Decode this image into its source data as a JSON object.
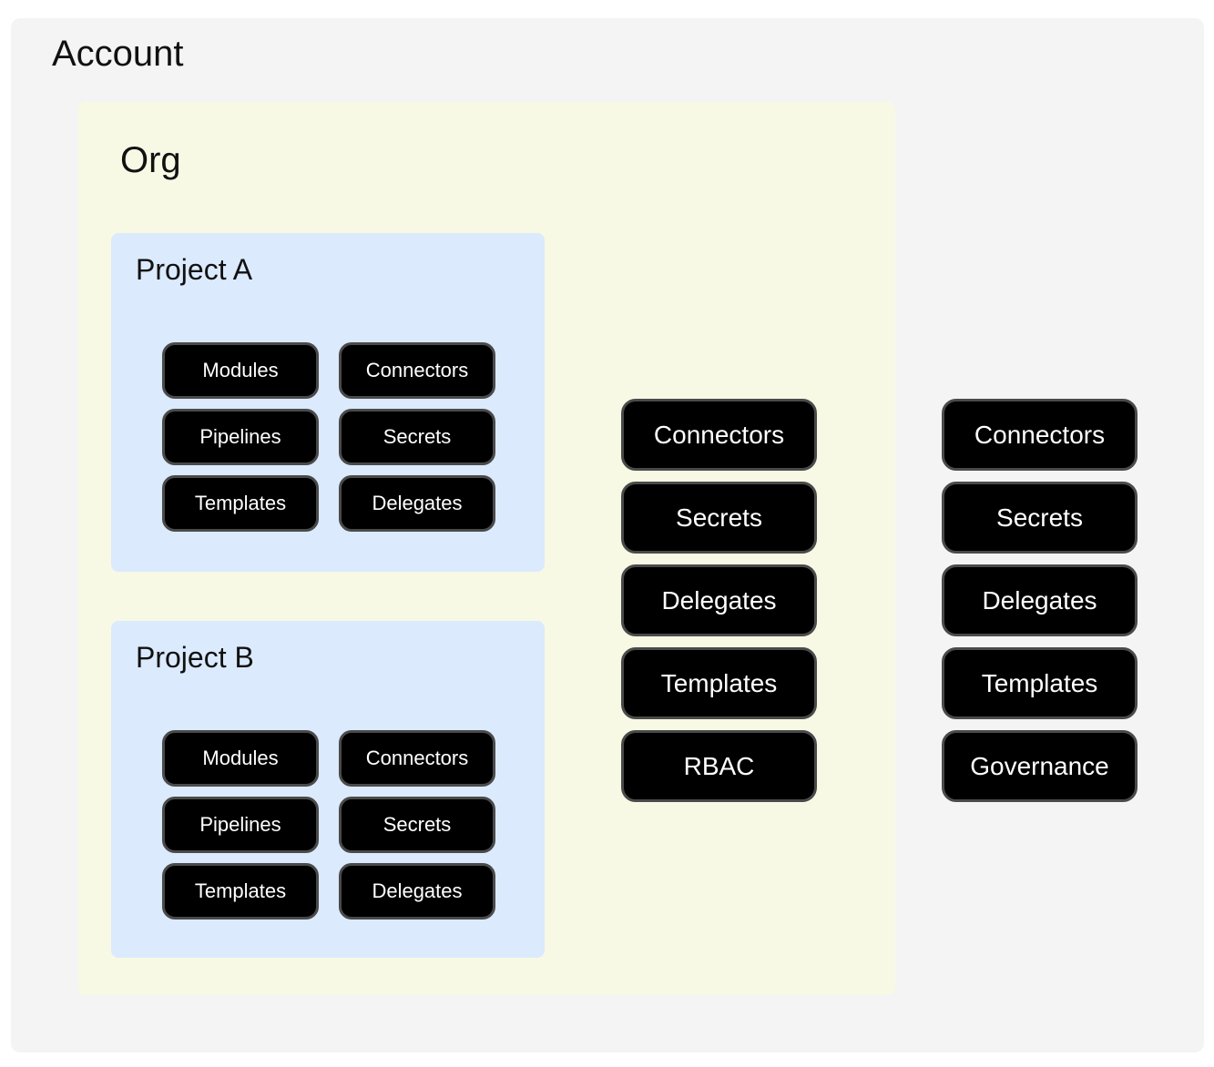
{
  "colors": {
    "page_bg": "#ffffff",
    "account_bg": "#f4f4f4",
    "org_bg": "#f8f9e5",
    "project_bg": "#dbeafd",
    "node_bg": "#000000",
    "node_border": "#4a4a4a",
    "node_text": "#ffffff",
    "title_text": "#111111"
  },
  "account": {
    "title": "Account",
    "pills": [
      "Connectors",
      "Secrets",
      "Delegates",
      "Templates",
      "Governance"
    ]
  },
  "org": {
    "title": "Org",
    "pills": [
      "Connectors",
      "Secrets",
      "Delegates",
      "Templates",
      "RBAC"
    ]
  },
  "projects": [
    {
      "title": "Project A",
      "buttons": [
        "Modules",
        "Connectors",
        "Pipelines",
        "Secrets",
        "Templates",
        "Delegates"
      ]
    },
    {
      "title": "Project B",
      "buttons": [
        "Modules",
        "Connectors",
        "Pipelines",
        "Secrets",
        "Templates",
        "Delegates"
      ]
    }
  ]
}
